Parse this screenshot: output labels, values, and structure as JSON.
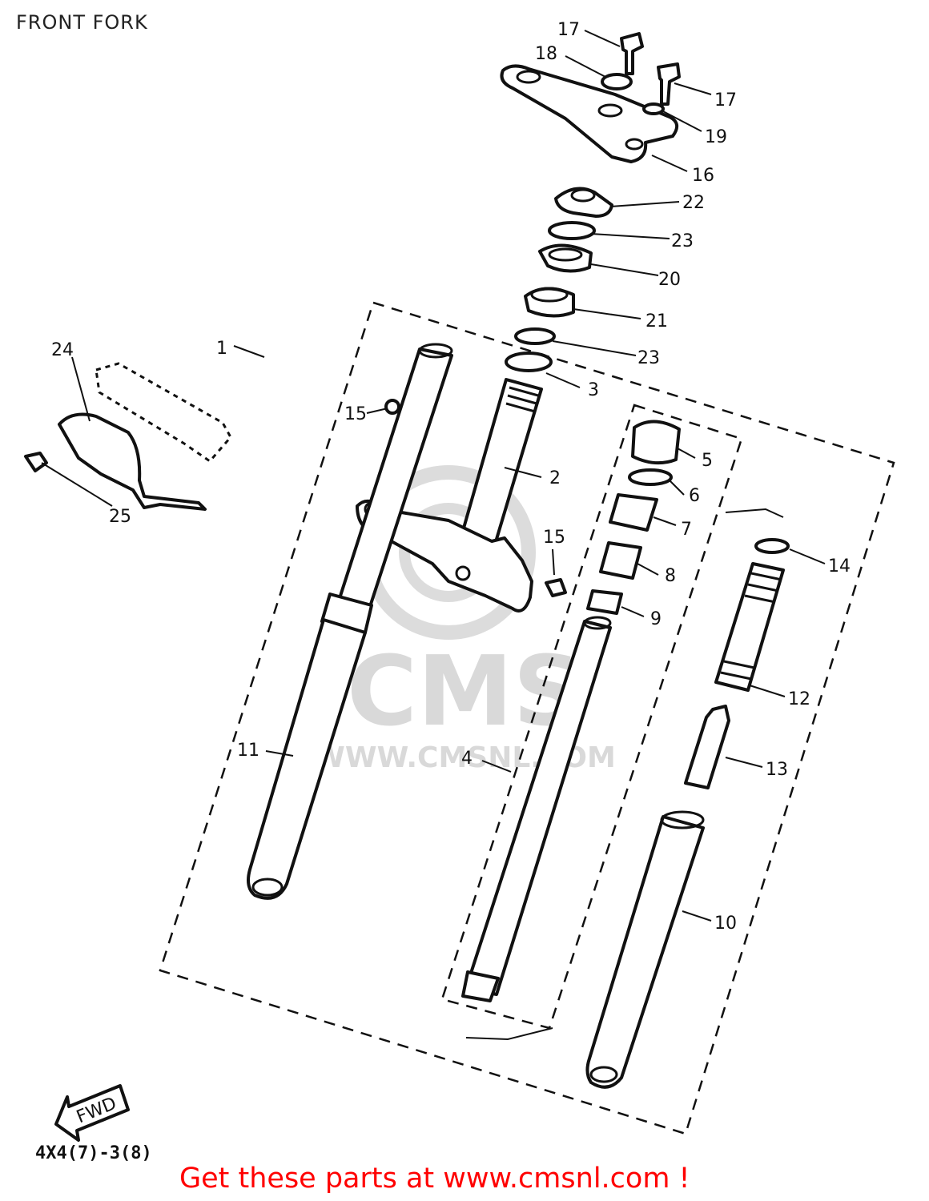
{
  "title": "FRONT  FORK",
  "ref_code": "4X4(7)-3(8)",
  "fwd_label": "FWD",
  "promo": "Get these parts at www.cmsnl.com !",
  "watermark": {
    "logo_text": "CMS",
    "url_text": "WWW.CMSNL.COM",
    "color": "#d9d9d9"
  },
  "callouts": [
    {
      "number": "1"
    },
    {
      "number": "2"
    },
    {
      "number": "3"
    },
    {
      "number": "4"
    },
    {
      "number": "5"
    },
    {
      "number": "6"
    },
    {
      "number": "7"
    },
    {
      "number": "8"
    },
    {
      "number": "9"
    },
    {
      "number": "10"
    },
    {
      "number": "11"
    },
    {
      "number": "12"
    },
    {
      "number": "13"
    },
    {
      "number": "14"
    },
    {
      "number": "15"
    },
    {
      "number": "15"
    },
    {
      "number": "16"
    },
    {
      "number": "17"
    },
    {
      "number": "17"
    },
    {
      "number": "18"
    },
    {
      "number": "19"
    },
    {
      "number": "20"
    },
    {
      "number": "21"
    },
    {
      "number": "22"
    },
    {
      "number": "23"
    },
    {
      "number": "23"
    },
    {
      "number": "24"
    },
    {
      "number": "25"
    }
  ],
  "colors": {
    "line": "#111111",
    "promo": "#ff0000",
    "background": "#ffffff"
  }
}
